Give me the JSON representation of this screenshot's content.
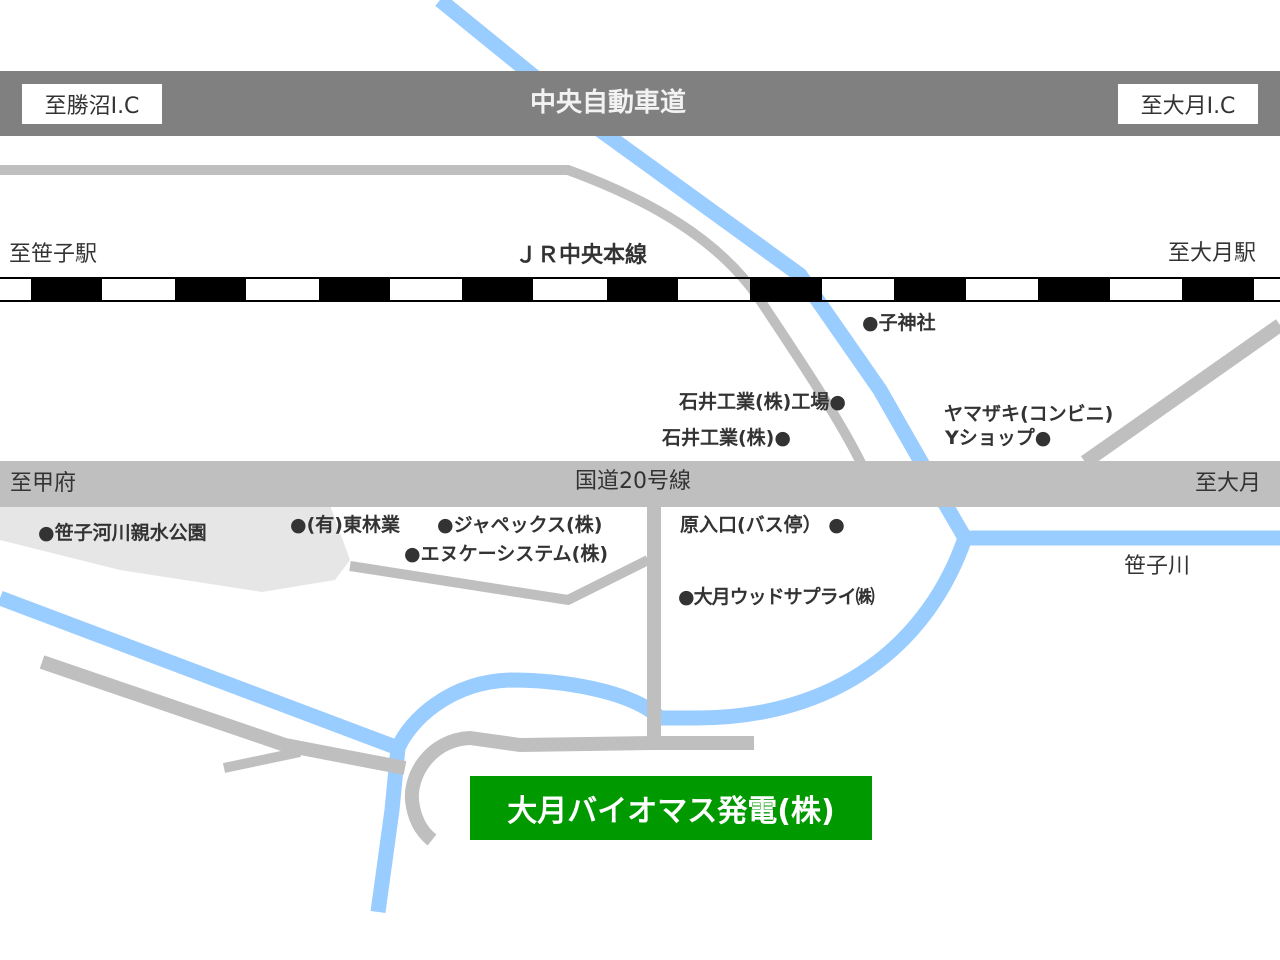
{
  "colors": {
    "expressway": "#808080",
    "road": "#bfbfbf",
    "river": "#99ccff",
    "park": "#e6e6e6",
    "railway": "#000000",
    "destination": "#009900",
    "text": "#333333"
  },
  "expressway": {
    "name": "中央自動車道",
    "left_exit": "至勝沼I.C",
    "right_exit": "至大月I.C"
  },
  "railway": {
    "name": "ＪＲ中央本線",
    "left_direction": "至笹子駅",
    "right_direction": "至大月駅"
  },
  "national_road": {
    "name": "国道20号線",
    "left_direction": "至甲府",
    "right_direction": "至大月"
  },
  "river": {
    "name": "笹子川"
  },
  "landmarks": [
    {
      "id": "nejinja",
      "label": "●子神社"
    },
    {
      "id": "ishii-factory",
      "label": "石井工業(株)工場●"
    },
    {
      "id": "ishii",
      "label": "石井工業(株)●"
    },
    {
      "id": "yamazaki",
      "label": "ヤマザキ(コンビニ)"
    },
    {
      "id": "yshop",
      "label": "Yショップ●"
    },
    {
      "id": "park",
      "label": "●笹子河川親水公園"
    },
    {
      "id": "higashi-ringyo",
      "label": "●(有)東林業"
    },
    {
      "id": "japex",
      "label": "●ジャペックス(株)"
    },
    {
      "id": "enuke",
      "label": "●エヌケーシステム(株)"
    },
    {
      "id": "bus-stop",
      "label": "原入口(バス停）  ●"
    },
    {
      "id": "wood-supply",
      "label": "●大月ウッドサプライ㈱"
    }
  ],
  "destination": {
    "label": "大月バイオマス発電(株)"
  }
}
